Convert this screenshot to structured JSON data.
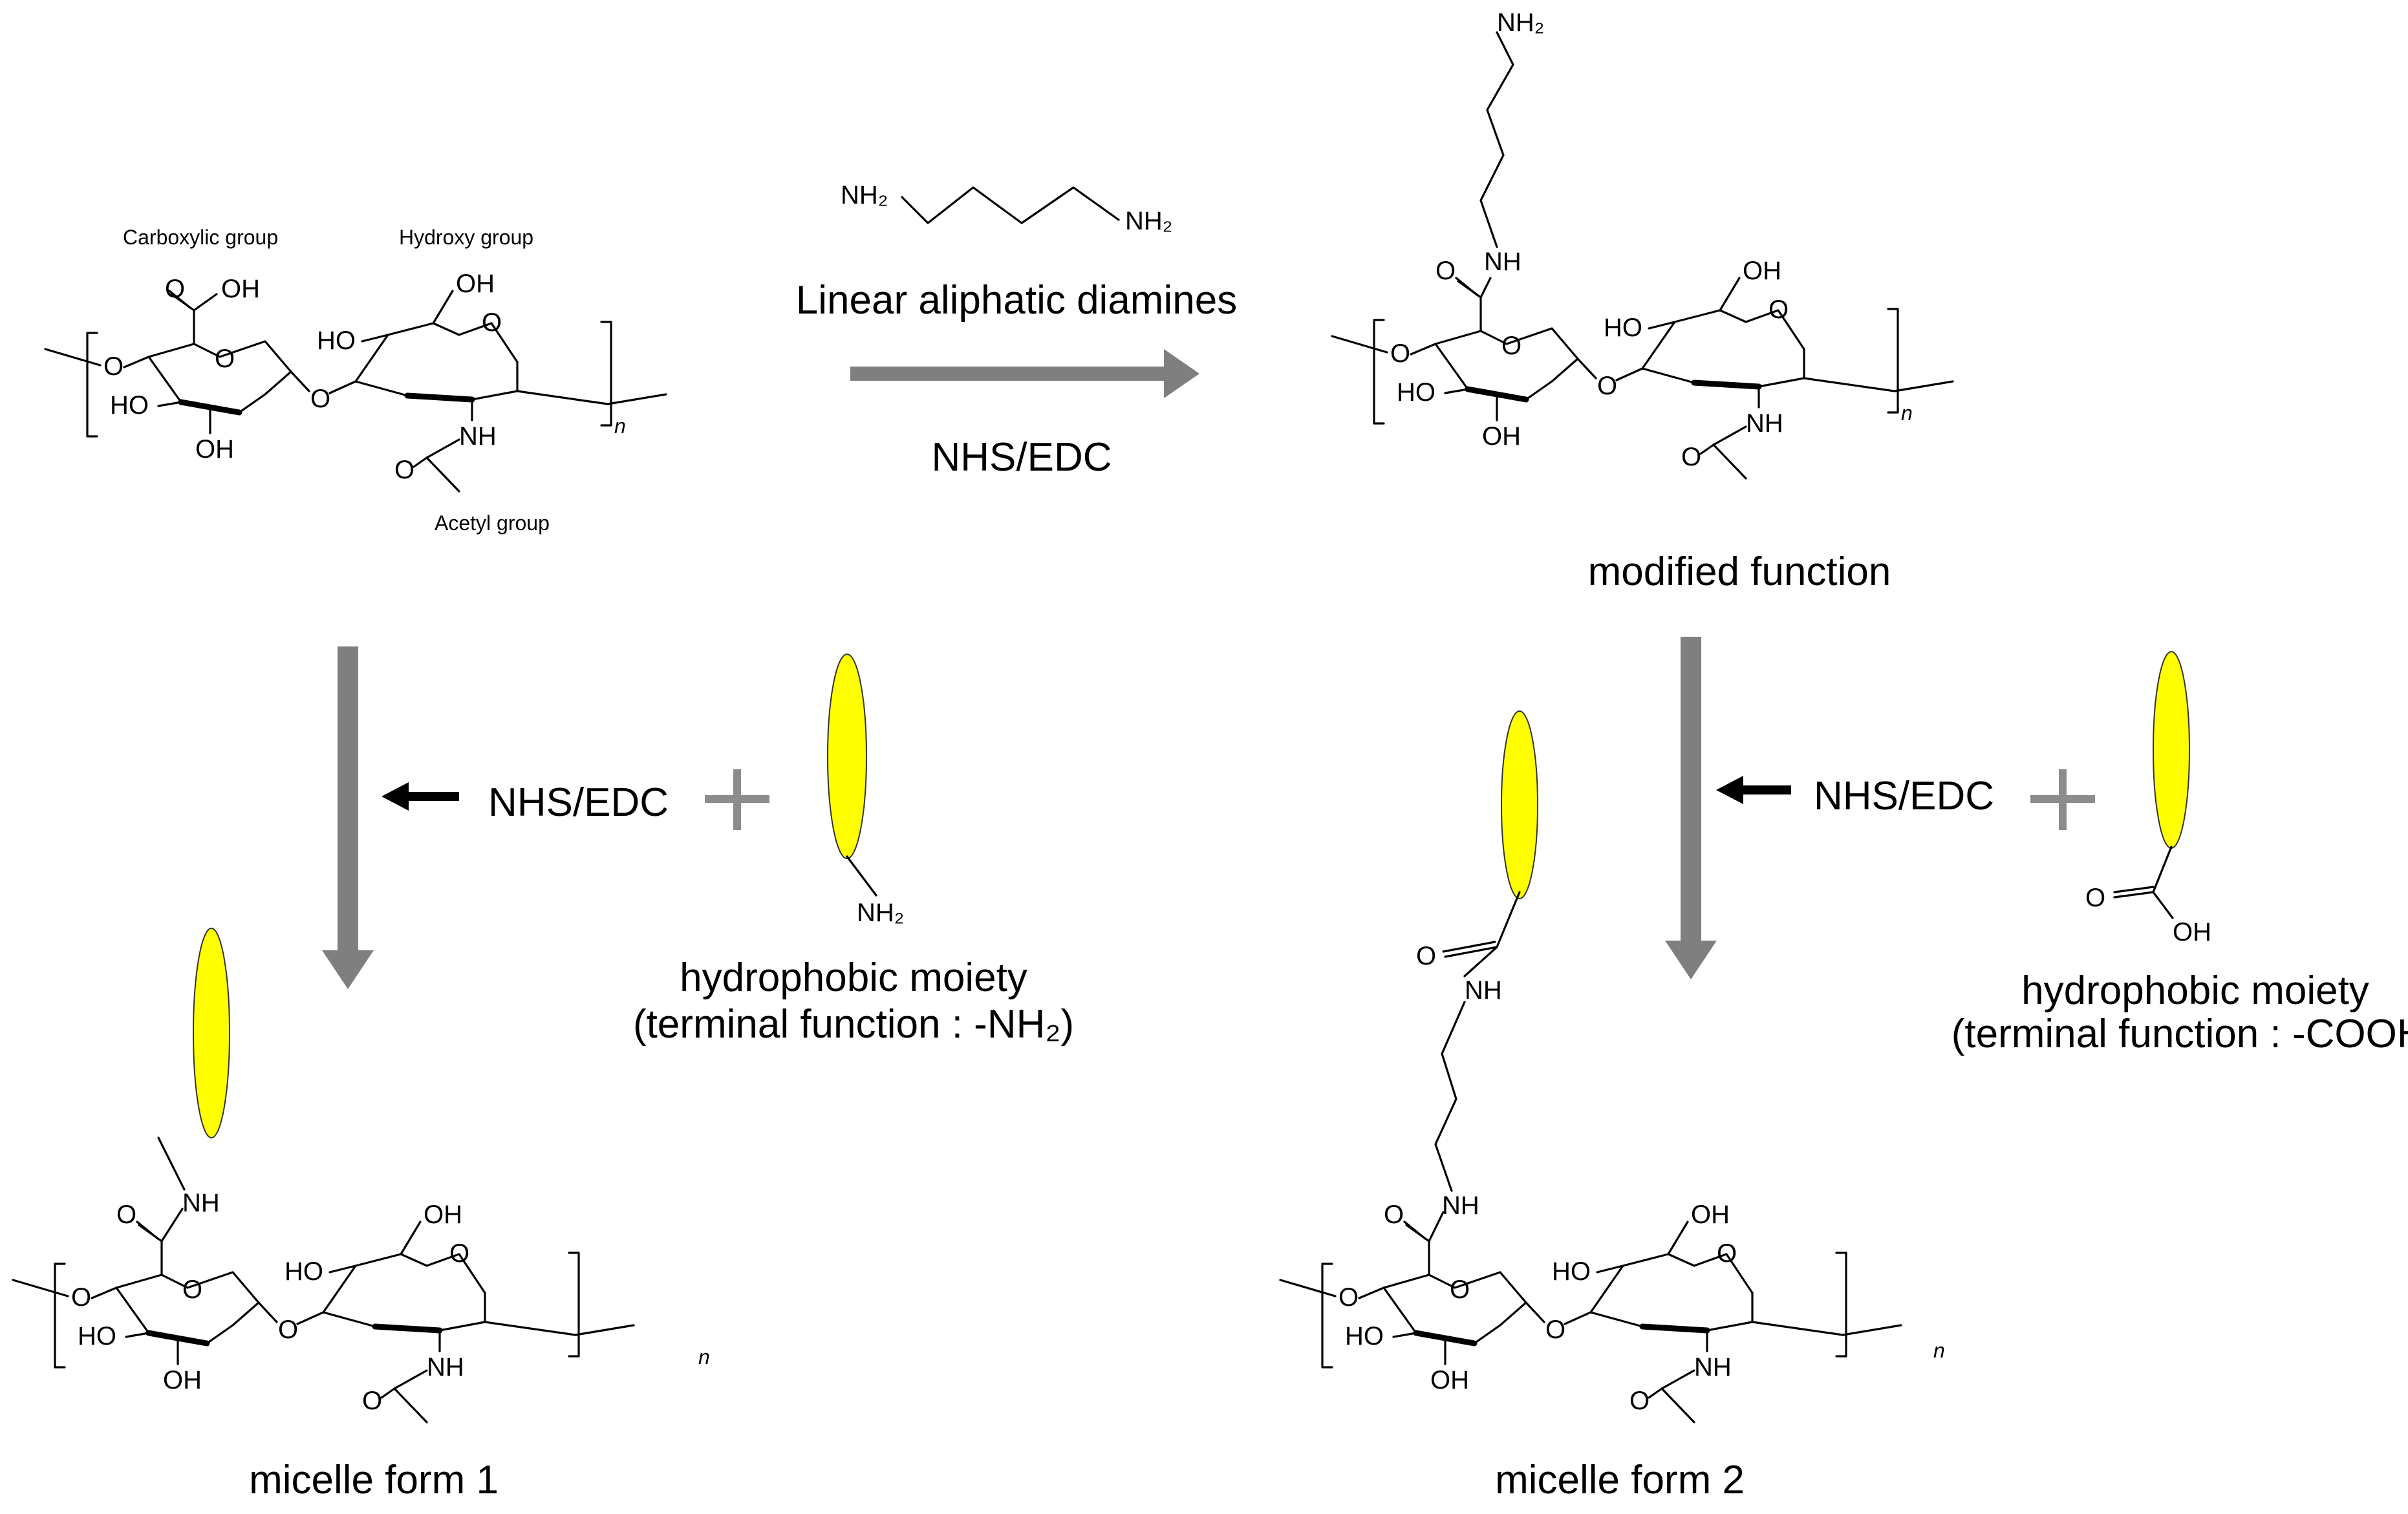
{
  "annotations": {
    "carboxylic": "Carboxylic group",
    "hydroxy": "Hydroxy group",
    "acetyl": "Acetyl group"
  },
  "reaction": {
    "diamine_label": "Linear aliphatic diamines",
    "top_reagent": "NHS/EDC",
    "left_reagent": "NHS/EDC",
    "right_reagent": "NHS/EDC"
  },
  "atoms": {
    "oh": "OH",
    "ho": "HO",
    "o": "O",
    "nh": "NH",
    "nh2": "NH₂",
    "n": "n"
  },
  "labels": {
    "modified": "modified function",
    "hydrophobic_amine_line1": "hydrophobic moiety",
    "hydrophobic_amine_line2": "(terminal function : -NH₂)",
    "hydrophobic_acid_line1": "hydrophobic moiety",
    "hydrophobic_acid_line2": "(terminal function : -COOH)",
    "micelle1": "micelle form 1",
    "micelle2": "micelle form 2"
  },
  "colors": {
    "arrow_gray": "#7f7f7f",
    "hydrophobic_fill": "#ffff00",
    "plus_gray": "#8c8c8c"
  }
}
